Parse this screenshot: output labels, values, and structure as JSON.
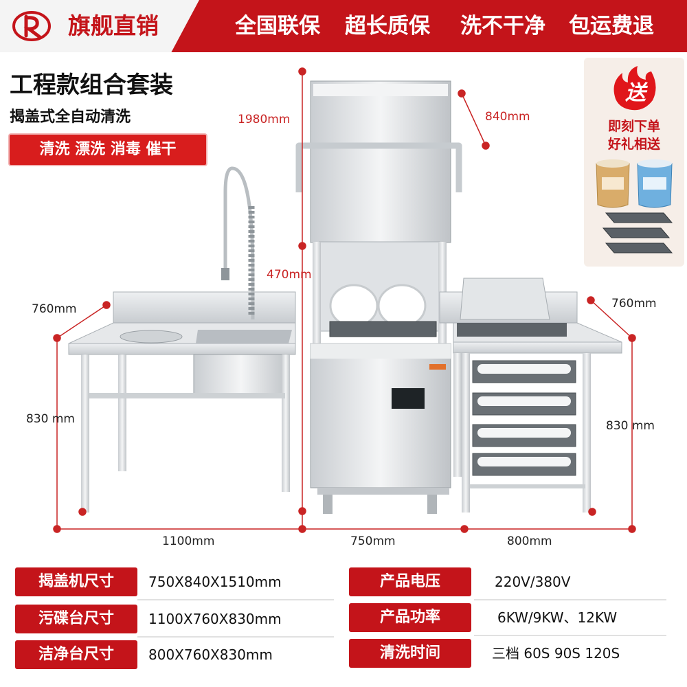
{
  "header": {
    "brand": "旗舰直销",
    "slogans": [
      "全国联保",
      "超长质保",
      "洗不干净",
      "包运费退"
    ]
  },
  "product": {
    "title": "工程款组合套装",
    "subtitle": "揭盖式全自动清洗",
    "features": "清洗 漂洗 消毒 催干"
  },
  "gift": {
    "badge": "送",
    "line1": "即刻下单",
    "line2": "好礼相送"
  },
  "dimensions": {
    "height_total": "1980mm",
    "depth": "840mm",
    "opening": "470mm",
    "left_depth": "760mm",
    "right_depth": "760mm",
    "left_height": "830 mm",
    "right_height": "830 mm",
    "left_width": "1100mm",
    "mid_width": "750mm",
    "right_width": "800mm"
  },
  "specs": [
    {
      "label": "揭盖机尺寸",
      "value": "750X840X1510mm"
    },
    {
      "label": "污碟台尺寸",
      "value": "1100X760X830mm"
    },
    {
      "label": "洁净台尺寸",
      "value": "800X760X830mm"
    },
    {
      "label": "产品电压",
      "value": "220V/380V"
    },
    {
      "label": "产品功率",
      "value": "6KW/9KW、12KW"
    },
    {
      "label": "清洗时间",
      "value": "三档  60S  90S 120S"
    }
  ],
  "colors": {
    "brand_red": "#c4141a",
    "dim_red": "#c92424",
    "steel": "#d9dcdf"
  }
}
